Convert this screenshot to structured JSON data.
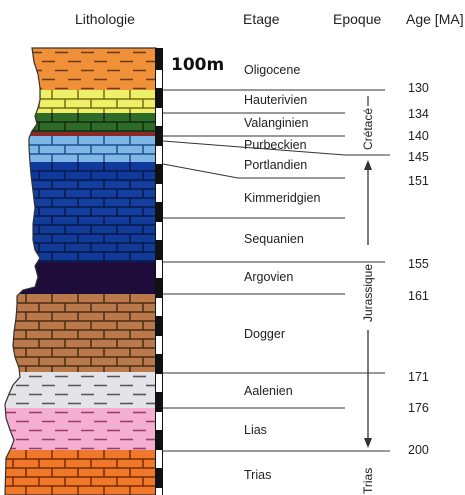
{
  "headers": {
    "lithologie": "Lithologie",
    "etage": "Etage",
    "epoque": "Epoque",
    "age": "Age [MA]"
  },
  "scale_label": "100m",
  "stages": [
    {
      "name": "Oligocene",
      "color": "#f0913a"
    },
    {
      "name": "Hauterivien",
      "color": "#eef06a"
    },
    {
      "name": "Valanginien",
      "color": "#2f6b28"
    },
    {
      "name": "Purbeckien",
      "color": "#7fb8e6"
    },
    {
      "name": "Portlandien",
      "color": "#0f3a9c"
    },
    {
      "name": "Kimmeridgien",
      "color": "#143f9f"
    },
    {
      "name": "Sequanien",
      "color": "#123a97"
    },
    {
      "name": "Argovien",
      "color": "#1e0d3a"
    },
    {
      "name": "Dogger",
      "color": "#b9794a"
    },
    {
      "name": "Aalenien",
      "color": "#e3e3e8"
    },
    {
      "name": "Lias",
      "color": "#f4aed2"
    },
    {
      "name": "Trias",
      "color": "#f0782a"
    }
  ],
  "ages": [
    "130",
    "134",
    "140",
    "145",
    "151",
    "155",
    "161",
    "171",
    "176",
    "200"
  ],
  "epochs": {
    "cretace": "Crétacé",
    "jurassique": "Jurassique",
    "trias": "Trias"
  },
  "colors": {
    "line": "#333333",
    "scale_bar": "#111111",
    "mortar": "#4a2b12"
  }
}
